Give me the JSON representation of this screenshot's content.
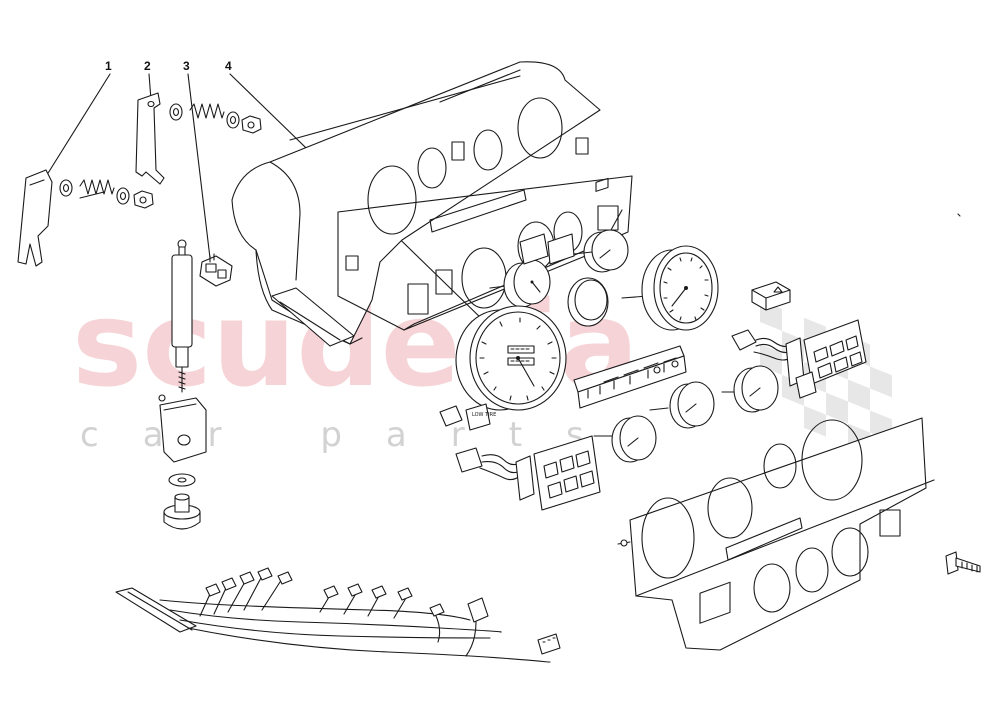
{
  "diagram": {
    "callouts": [
      {
        "label": "1"
      },
      {
        "label": "2"
      },
      {
        "label": "3"
      },
      {
        "label": "4"
      }
    ],
    "watermark": {
      "brand": "scuderia",
      "subtitle": "car parts"
    },
    "panel_labels": {
      "low_tire": "LOW TIRE"
    }
  }
}
